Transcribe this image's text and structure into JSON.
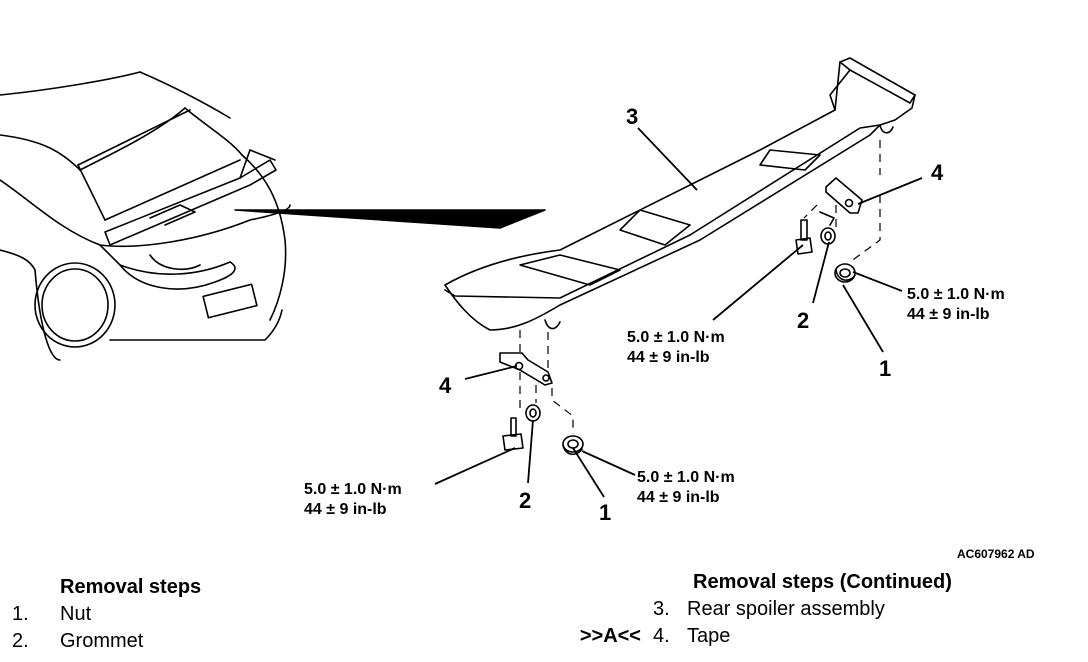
{
  "diagram": {
    "callouts": [
      "3",
      "4",
      "2",
      "1",
      "4",
      "2",
      "1"
    ],
    "torques": [
      {
        "nm": "5.0 ± 1.0 N·m",
        "inlb": "44 ± 9 in-lb"
      },
      {
        "nm": "5.0 ± 1.0 N·m",
        "inlb": "44 ± 9 in-lb"
      },
      {
        "nm": "5.0 ± 1.0 N·m",
        "inlb": "44 ± 9 in-lb"
      },
      {
        "nm": "5.0 ± 1.0 N·m",
        "inlb": "44 ± 9 in-lb"
      }
    ],
    "figure_id": "AC607962 AD"
  },
  "removal_steps": {
    "title": "Removal steps",
    "items": [
      {
        "num": "1.",
        "label": "Nut"
      },
      {
        "num": "2.",
        "label": "Grommet"
      }
    ]
  },
  "removal_steps_continued": {
    "title": "Removal steps (Continued)",
    "items": [
      {
        "mark": "",
        "num": "3.",
        "label": "Rear spoiler assembly"
      },
      {
        "mark": ">>A<<",
        "num": "4.",
        "label": "Tape"
      }
    ]
  }
}
